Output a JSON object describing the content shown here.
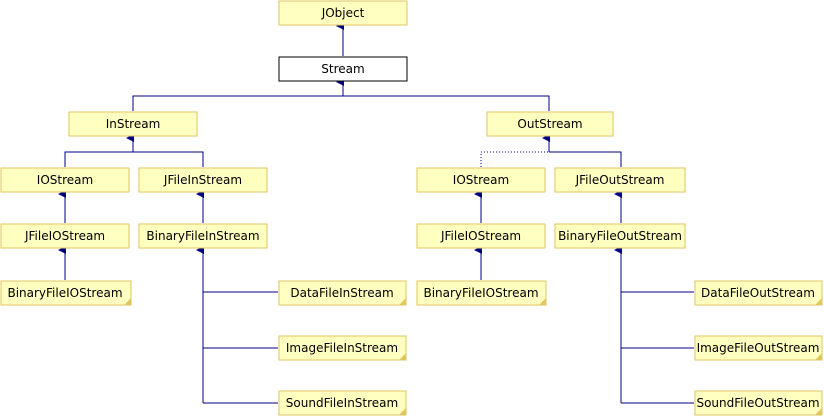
{
  "diagram": {
    "type": "class-inheritance",
    "nodes": {
      "jobject": "JObject",
      "stream": "Stream",
      "instream": "InStream",
      "outstream": "OutStream",
      "iostream_left": "IOStream",
      "jfileinstream": "JFileInStream",
      "iostream_right": "IOStream",
      "jfileoutstream": "JFileOutStream",
      "jfileiostream_left": "JFileIOStream",
      "binaryfileinstream": "BinaryFileInStream",
      "jfileiostream_right": "JFileIOStream",
      "binaryfileoutstream": "BinaryFileOutStream",
      "binaryfileiostream_left": "BinaryFileIOStream",
      "datafileinstream": "DataFileInStream",
      "binaryfileiostream_right": "BinaryFileIOStream",
      "datafileoutstream": "DataFileOutStream",
      "imagefileinstream": "ImageFileInStream",
      "imagefileoutstream": "ImageFileOutStream",
      "soundfileinstream": "SoundFileInStream",
      "soundfileoutstream": "SoundFileOutStream"
    },
    "edges": [
      {
        "from": "stream",
        "to": "jobject",
        "style": "solid"
      },
      {
        "from": "instream",
        "to": "stream",
        "style": "solid"
      },
      {
        "from": "outstream",
        "to": "stream",
        "style": "solid"
      },
      {
        "from": "iostream_left",
        "to": "instream",
        "style": "solid"
      },
      {
        "from": "jfileinstream",
        "to": "instream",
        "style": "solid"
      },
      {
        "from": "iostream_right",
        "to": "outstream",
        "style": "dotted"
      },
      {
        "from": "jfileoutstream",
        "to": "outstream",
        "style": "solid"
      },
      {
        "from": "jfileiostream_left",
        "to": "iostream_left",
        "style": "solid"
      },
      {
        "from": "binaryfileinstream",
        "to": "jfileinstream",
        "style": "solid"
      },
      {
        "from": "jfileiostream_right",
        "to": "iostream_right",
        "style": "solid"
      },
      {
        "from": "binaryfileoutstream",
        "to": "jfileoutstream",
        "style": "solid"
      },
      {
        "from": "binaryfileiostream_left",
        "to": "jfileiostream_left",
        "style": "solid"
      },
      {
        "from": "binaryfileiostream_right",
        "to": "jfileiostream_right",
        "style": "solid"
      },
      {
        "from": "datafileinstream",
        "to": "binaryfileinstream",
        "style": "solid"
      },
      {
        "from": "imagefileinstream",
        "to": "binaryfileinstream",
        "style": "solid"
      },
      {
        "from": "soundfileinstream",
        "to": "binaryfileinstream",
        "style": "solid"
      },
      {
        "from": "datafileoutstream",
        "to": "binaryfileoutstream",
        "style": "solid"
      },
      {
        "from": "imagefileoutstream",
        "to": "binaryfileoutstream",
        "style": "solid"
      },
      {
        "from": "soundfileoutstream",
        "to": "binaryfileoutstream",
        "style": "solid"
      }
    ],
    "colors": {
      "node_fill": "#ffffc0",
      "node_border": "#e1c65f",
      "selected_fill": "#ffffff",
      "selected_border": "#000000",
      "edge": "#000080"
    }
  }
}
